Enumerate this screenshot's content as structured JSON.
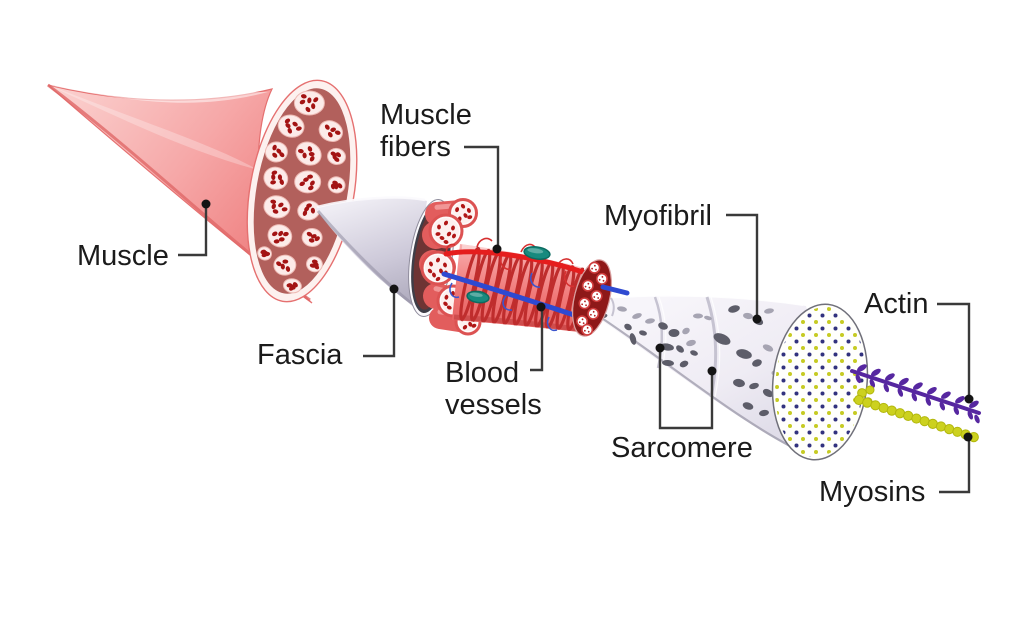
{
  "title": "Skeletal muscle structure diagram",
  "labels": {
    "muscle": "Muscle",
    "muscle_fibers": "Muscle\nfibers",
    "fascia": "Fascia",
    "blood_vessels": "Blood\nvessels",
    "myofibril": "Myofibril",
    "sarcomere": "Sarcomere",
    "actin": "Actin",
    "myosins": "Myosins"
  },
  "colors": {
    "background": "#ffffff",
    "label_text": "#1b1b1b",
    "leader": "#3a3a3a",
    "leader_dot": "#141414",
    "muscle_light": "#fbd4d2",
    "muscle_mid": "#f5a2a2",
    "muscle_deep": "#ee7d7d",
    "muscle_edge": "#e57070",
    "section_rim": "#fdf1ef",
    "section_fill": "#b2605c",
    "fascicle_fill": "#fcebe9",
    "fascicle_dot": "#a31313",
    "fascia_light": "#efedf4",
    "fascia_mid": "#c7c3d3",
    "fascia_dark": "#a19db1",
    "fascia_rim_dark": "#3f3e48",
    "fascia_inner": "#6e3434",
    "bundle_red": "#e25d5d",
    "disc_fill": "#fdf0ef",
    "disc_rim": "#dc5252",
    "disc_dot": "#b01616",
    "fiber_light": "#f9b3b3",
    "fiber_mid": "#f07878",
    "fiber_dark": "#e65e5e",
    "striation": "#bf2d2d",
    "cap_fill": "#8e1818",
    "cap_ring": "#cf3c3c",
    "artery": "#e51d1d",
    "vein": "#2e49d1",
    "capillary_red": "#d63030",
    "capillary_blue": "#3c55cc",
    "nucleus": "#178a7e",
    "nucleus_edge": "#0c6b60",
    "cone_light": "#f6f4f9",
    "cone_dark": "#e3e0ea",
    "cone_edge": "#9b98a8",
    "groove": "#c6c3d1",
    "blob_dark": "#5d5d69",
    "blob_light": "#a6a4b2",
    "face_fill": "#fffffc",
    "face_edge": "#70707a",
    "dot_navy": "#32327e",
    "dot_yellow": "#c6cb22",
    "actin": "#5627a0",
    "myosin": "#ccd11f",
    "myosin_edge": "#b2b70d"
  }
}
